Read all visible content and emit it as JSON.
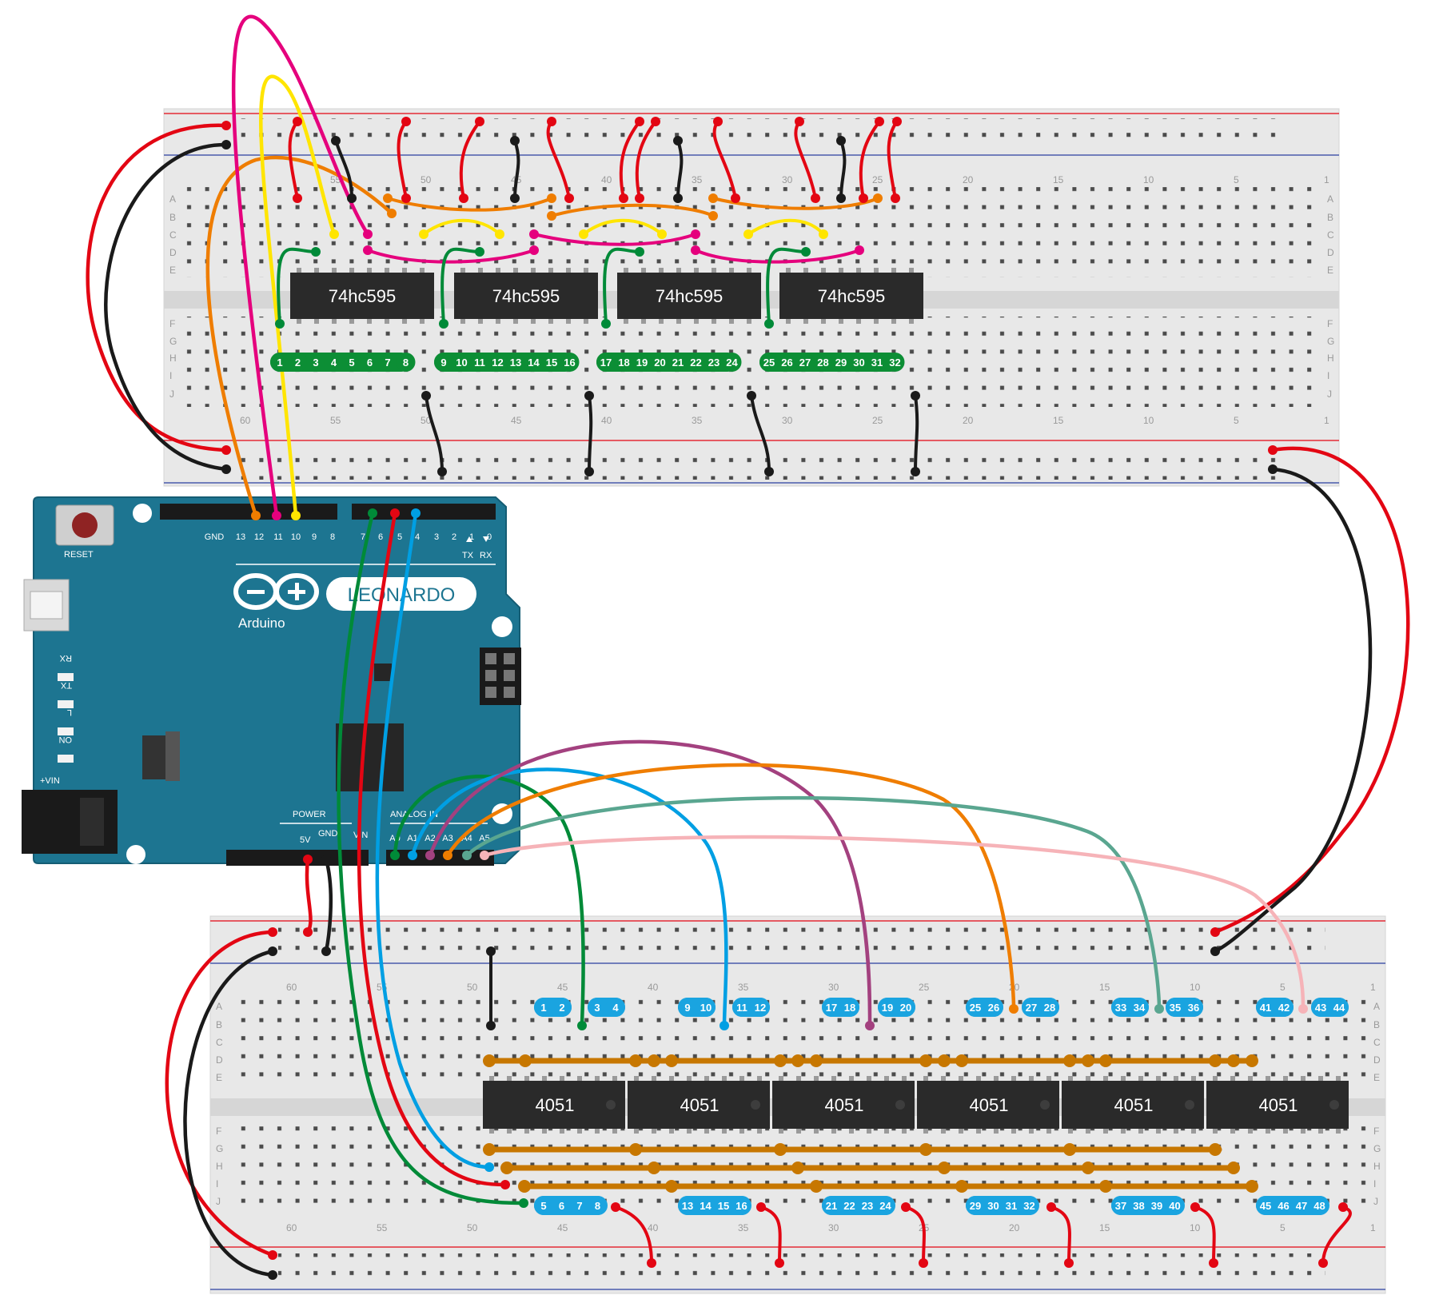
{
  "colors": {
    "red": "#e30613",
    "black": "#1a1a1a",
    "orange": "#ef7d00",
    "yellow": "#ffe500",
    "magenta": "#e5007d",
    "green": "#008a38",
    "blue": "#009fe3",
    "purple": "#a3417f",
    "teal": "#5aa690",
    "pink": "#f6b3b8",
    "bus": "#c77700",
    "arduino": "#1d7591",
    "badge_green": "#0c8e35",
    "badge_blue": "#1aa4e0"
  },
  "breadboard_top": {
    "row_letters_top": [
      "A",
      "B",
      "C",
      "D",
      "E"
    ],
    "row_letters_bottom": [
      "F",
      "G",
      "H",
      "I",
      "J"
    ],
    "col_numbers_top": [
      "55",
      "50",
      "45",
      "40",
      "35",
      "30",
      "25",
      "20",
      "15",
      "10",
      "5",
      "1"
    ],
    "col_numbers_bottom": [
      "60",
      "55",
      "50",
      "45",
      "40",
      "35",
      "30",
      "25",
      "20",
      "15",
      "10",
      "5",
      "1"
    ],
    "chips": [
      {
        "label": "74hc595",
        "icon": "dip-chip-icon"
      },
      {
        "label": "74hc595",
        "icon": "dip-chip-icon"
      },
      {
        "label": "74hc595",
        "icon": "dip-chip-icon"
      },
      {
        "label": "74hc595",
        "icon": "dip-chip-icon"
      }
    ],
    "output_badges": [
      "1",
      "2",
      "3",
      "4",
      "5",
      "6",
      "7",
      "8",
      "9",
      "10",
      "11",
      "12",
      "13",
      "14",
      "15",
      "16",
      "17",
      "18",
      "19",
      "20",
      "21",
      "22",
      "23",
      "24",
      "25",
      "26",
      "27",
      "28",
      "29",
      "30",
      "31",
      "32"
    ]
  },
  "arduino": {
    "model": "LEONARDO",
    "brand": "Arduino",
    "reset_label": "RESET",
    "logo_icon": "arduino-infinity-logo-icon",
    "digital_left_labels": [
      "GND",
      "13",
      "12",
      "11",
      "10",
      "9",
      "8"
    ],
    "digital_right_labels": [
      "7",
      "6",
      "5",
      "4",
      "3",
      "2",
      "1",
      "0"
    ],
    "tx_label": "TX",
    "rx_label": "RX",
    "led_labels": [
      "RX",
      "TX",
      "L",
      "ON"
    ],
    "vin_label": "+VIN",
    "power_header": "POWER",
    "power_5v": "5V",
    "power_gnd": "GND",
    "power_vin": "VIN",
    "analog_header": "ANALOG IN",
    "analog_labels": [
      "A0",
      "A1",
      "A2",
      "A3",
      "A4",
      "A5"
    ]
  },
  "breadboard_bottom": {
    "row_letters_top": [
      "A",
      "B",
      "C",
      "D",
      "E"
    ],
    "row_letters_bottom": [
      "F",
      "G",
      "H",
      "I",
      "J"
    ],
    "col_numbers": [
      "60",
      "55",
      "50",
      "45",
      "40",
      "35",
      "30",
      "25",
      "20",
      "15",
      "10",
      "5",
      "1"
    ],
    "chips": [
      {
        "label": "4051",
        "icon": "dip-chip-icon"
      },
      {
        "label": "4051",
        "icon": "dip-chip-icon"
      },
      {
        "label": "4051",
        "icon": "dip-chip-icon"
      },
      {
        "label": "4051",
        "icon": "dip-chip-icon"
      },
      {
        "label": "4051",
        "icon": "dip-chip-icon"
      },
      {
        "label": "4051",
        "icon": "dip-chip-icon"
      }
    ],
    "input_badges_top": [
      [
        "1",
        "2"
      ],
      [
        "3",
        "4"
      ],
      [
        "9",
        "10"
      ],
      [
        "11",
        "12"
      ],
      [
        "17",
        "18"
      ],
      [
        "19",
        "20"
      ],
      [
        "25",
        "26"
      ],
      [
        "27",
        "28"
      ],
      [
        "33",
        "34"
      ],
      [
        "35",
        "36"
      ],
      [
        "41",
        "42"
      ],
      [
        "43",
        "44"
      ]
    ],
    "input_badges_bottom": [
      [
        "5",
        "6",
        "7",
        "8"
      ],
      [
        "13",
        "14",
        "15",
        "16"
      ],
      [
        "21",
        "22",
        "23",
        "24"
      ],
      [
        "29",
        "30",
        "31",
        "32"
      ],
      [
        "37",
        "38",
        "39",
        "40"
      ],
      [
        "45",
        "46",
        "47",
        "48"
      ]
    ]
  }
}
